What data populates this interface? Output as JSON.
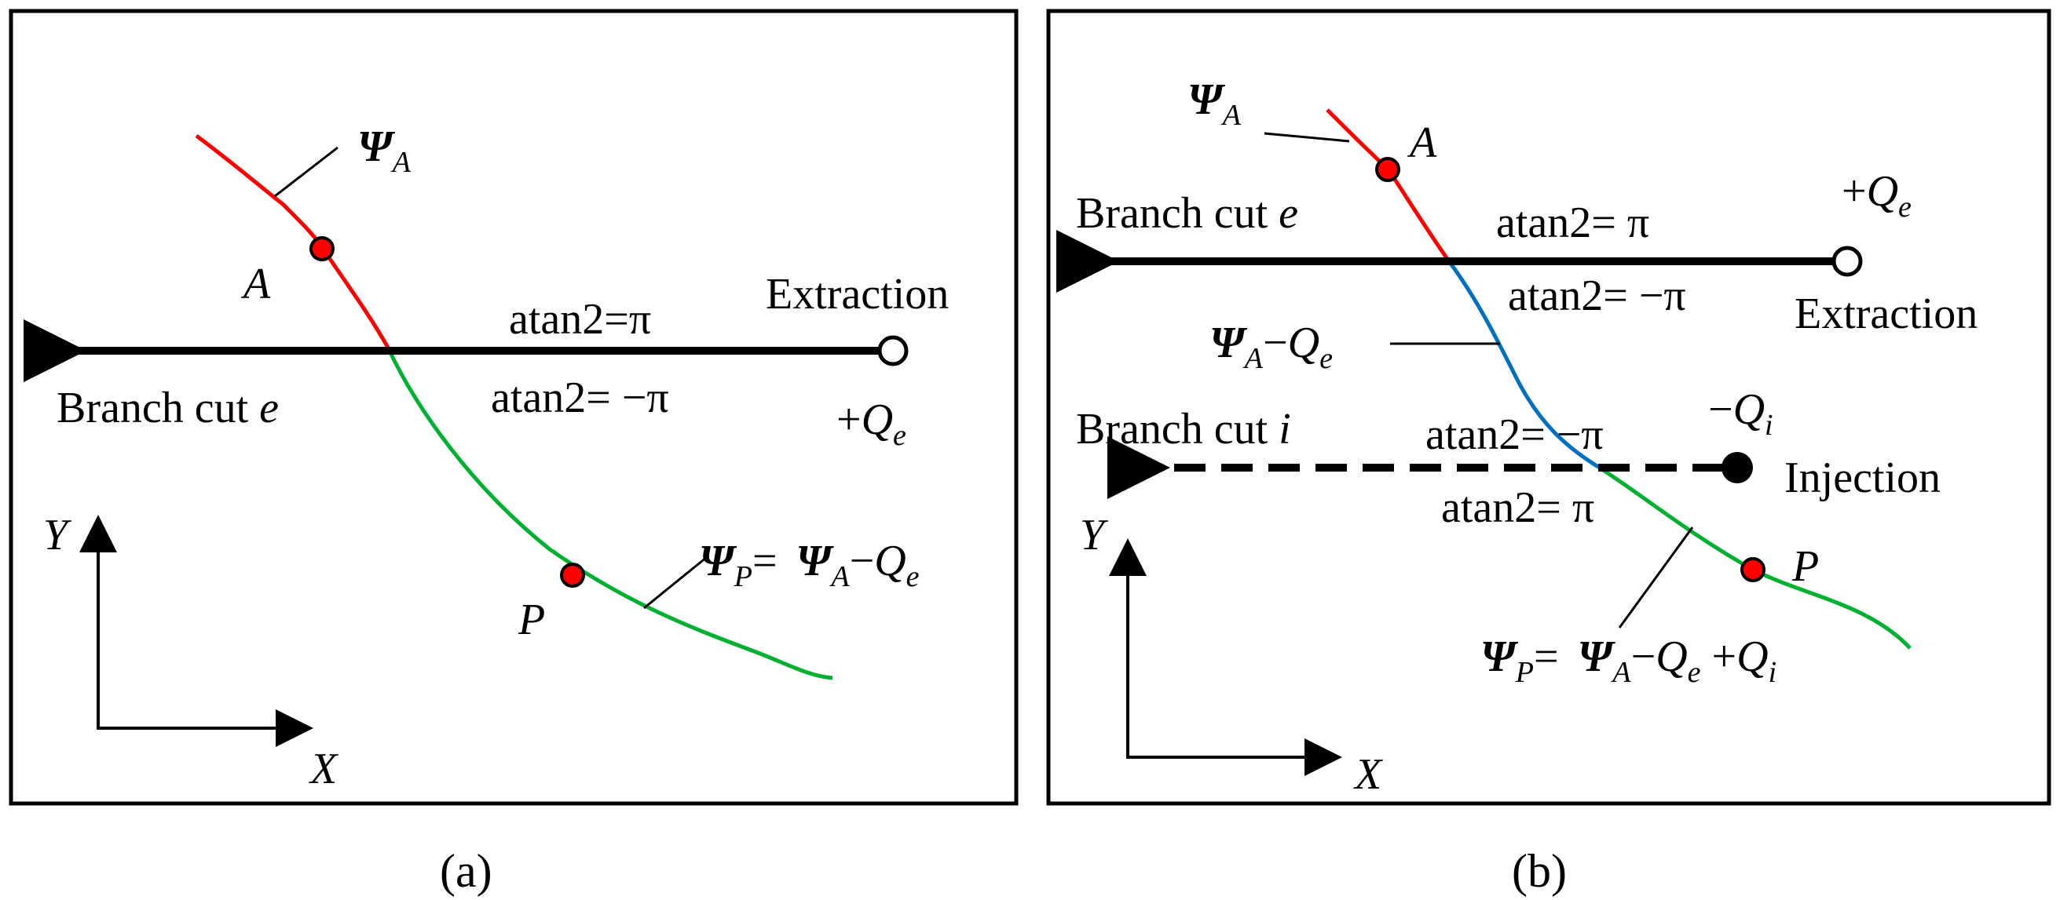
{
  "panel_a": {
    "caption": "(a)",
    "psi_a": {
      "sym": "Ψ",
      "sub": "A"
    },
    "point_a": "A",
    "point_p": "P",
    "extraction": "Extraction",
    "atan_top": "atan2=π",
    "atan_bottom": "atan2= −π",
    "branch_cut": {
      "text": "Branch cut ",
      "var": "e"
    },
    "qe": {
      "sign": "+",
      "sym": "Q",
      "sub": "e"
    },
    "psi_p": {
      "sym1": "Ψ",
      "sub1": "P",
      "eq": "= ",
      "sym2": "Ψ",
      "sub2": "A",
      "minus": "−",
      "sym3": "Q",
      "sub3": "e"
    },
    "axis_x": "X",
    "axis_y": "Y"
  },
  "panel_b": {
    "caption": "(b)",
    "psi_a": {
      "sym": "Ψ",
      "sub": "A"
    },
    "point_a": "A",
    "point_p": "P",
    "branch_cut_e": {
      "text": "Branch cut ",
      "var": "e"
    },
    "atan_e_top": "atan2= π",
    "atan_e_bottom": "atan2= −π",
    "qe": {
      "sign": "+",
      "sym": "Q",
      "sub": "e"
    },
    "extraction": "Extraction",
    "psi_mid": {
      "sym": "Ψ",
      "sub": "A",
      "minus": "−",
      "sym2": "Q",
      "sub2": "e"
    },
    "branch_cut_i": {
      "text": "Branch cut ",
      "var": "i"
    },
    "atan_i_top": "atan2= −π",
    "atan_i_bottom": "atan2= π",
    "qi": {
      "sign": "−",
      "sym": "Q",
      "sub": "i"
    },
    "injection": "Injection",
    "psi_p": {
      "sym1": "Ψ",
      "sub1": "P",
      "eq": "= ",
      "sym2": "Ψ",
      "sub2": "A",
      "minus": "−",
      "sym3": "Q",
      "sub3": "e",
      "plus": " +",
      "sym4": "Q",
      "sub4": "i"
    },
    "axis_x": "X",
    "axis_y": "Y"
  },
  "colors": {
    "red": "#ff0000",
    "green": "#00b030",
    "blue": "#0070c0",
    "black": "#000000",
    "point_fill": "#ff0000"
  }
}
